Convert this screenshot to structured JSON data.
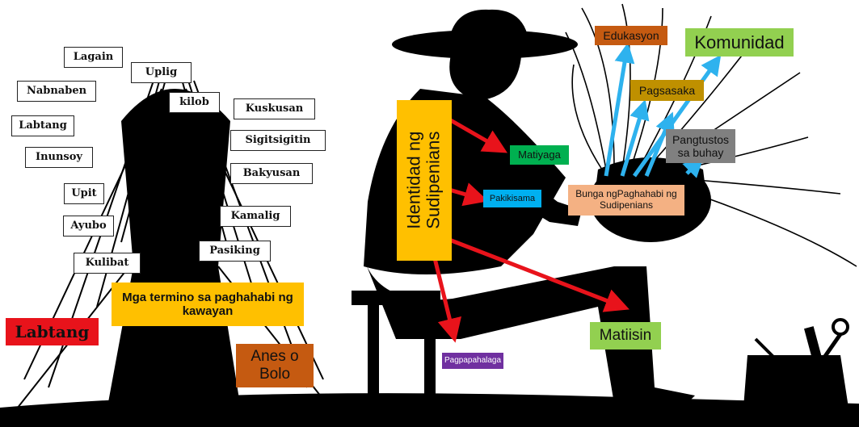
{
  "terms": [
    "Lagain",
    "Uplig",
    "Nabnaben",
    "kilob",
    "Kuskusan",
    "Labtang",
    "Sigitsigitin",
    "Inunsoy",
    "Bakyusan",
    "Upit",
    "Kamalig",
    "Ayubo",
    "Pasiking",
    "Kulibat"
  ],
  "labels": {
    "mga_termino": "Mga termino sa paghahabi ng kawayan",
    "labtang_red": "Labtang",
    "anes_o_bolo": "Anes o Bolo",
    "identidad": "Identidad ng Sudipenians",
    "matiyaga": "Matiyaga",
    "pakikisama": "Pakikisama",
    "pagpapahalaga": "Pagpapahalaga",
    "matiisin": "Matiisin",
    "bunga": "Bunga ngPaghahabi ng Sudipenians",
    "edukasyon": "Edukasyon",
    "komunidad": "Komunidad",
    "pagsasaka": "Pagsasaka",
    "pangtustos": "Pangtustos sa buhay"
  },
  "colors": {
    "yellow": "#FFC000",
    "red": "#E8131B",
    "orange_brown": "#C55A11",
    "green_dark": "#00B050",
    "blue_light": "#00B0F0",
    "purple": "#7030A0",
    "green_light": "#92D050",
    "peach": "#F4B183",
    "gold": "#BF9000",
    "gray": "#808080",
    "arrow_red": "#E8131B",
    "arrow_blue": "#2EB2EE",
    "silhouette": "#000000"
  }
}
